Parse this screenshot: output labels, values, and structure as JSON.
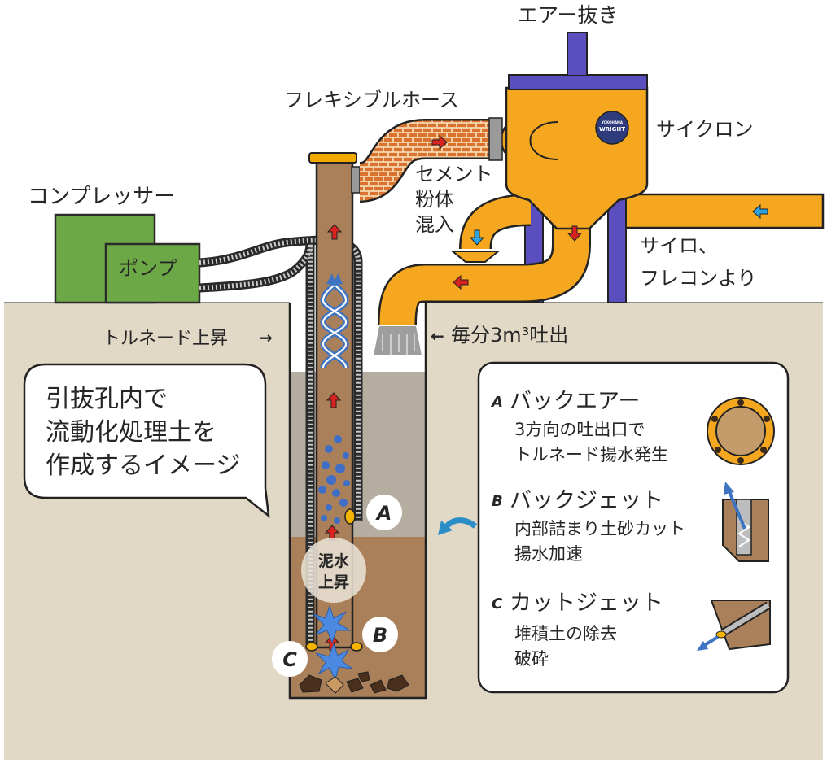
{
  "labels": {
    "air_vent": "エアー抜き",
    "flexible_hose": "フレキシブルホース",
    "cyclone": "サイクロン",
    "cement_mix": [
      "セメント",
      "粉体",
      "混入"
    ],
    "compressor": "コンプレッサー",
    "pump": "ポンプ",
    "silo_source": [
      "サイロ、",
      "フレコンより"
    ],
    "tornado_rise": "トルネード上昇",
    "tornado_arrow": "→",
    "discharge_arrow": "←",
    "discharge_rate": "毎分3m³吐出",
    "mud_rise": [
      "泥水",
      "上昇"
    ]
  },
  "speech_bubble": {
    "lines": [
      "引抜孔内で",
      "流動化処理土を",
      "作成するイメージ"
    ]
  },
  "markers": {
    "a": "A",
    "b": "B",
    "c": "C"
  },
  "legend": {
    "items": [
      {
        "letter": "A",
        "title": "バックエアー",
        "lines": [
          "3方向の吐出口で",
          "トルネード揚水発生"
        ],
        "icon": "nozzle-ring-icon"
      },
      {
        "letter": "B",
        "title": "バックジェット",
        "lines": [
          "内部詰まり土砂カット",
          "揚水加速"
        ],
        "icon": "back-jet-icon"
      },
      {
        "letter": "C",
        "title": "カットジェット",
        "lines": [
          "堆積土の除去",
          "破砕"
        ],
        "icon": "cut-jet-icon"
      }
    ]
  },
  "logo": {
    "lines": [
      "YOKOHAMA",
      "WRIGHT"
    ]
  },
  "icons": {
    "flow_arrow": "red-flow-arrow-icon",
    "feed_arrow": "blue-feed-arrow-icon",
    "tornado": "tornado-helix-icon",
    "jet_burst": "jet-burst-icon",
    "pointer_arrow": "curved-pointer-arrow-icon"
  },
  "colors": {
    "ground": "#e2d8c6",
    "hole_upper_layer": "#b6ada1",
    "hole_lower_layer": "#a9805a",
    "machine_green": "#6ca846",
    "pipe_orange": "#f5a81f",
    "cyclone_blue": "#5b4fbf",
    "flow_red": "#d8231e",
    "feed_blue": "#2aa3e0",
    "tornado_blue": "#3e74c2"
  }
}
